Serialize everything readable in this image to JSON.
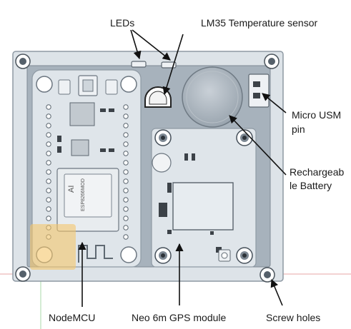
{
  "labels": {
    "leds": "LEDs",
    "lm35": "LM35 Temperature sensor",
    "micro_usb_line1": "Micro USM",
    "micro_usb_line2": "pin",
    "battery_line1": "Rechargeab",
    "battery_line2": "le Battery",
    "nodemcu": "NodeMCU",
    "gps": "Neo 6m GPS module",
    "screw_holes": "Screw holes"
  },
  "chip_text": {
    "brand": "AI",
    "model": "ESP8266MOD"
  },
  "colors": {
    "case_outer": "#dde3e8",
    "case_inner": "#a7b2bc",
    "board": "#dfe5ea",
    "arrow": "#111111",
    "highlight": "#f5c66b"
  }
}
